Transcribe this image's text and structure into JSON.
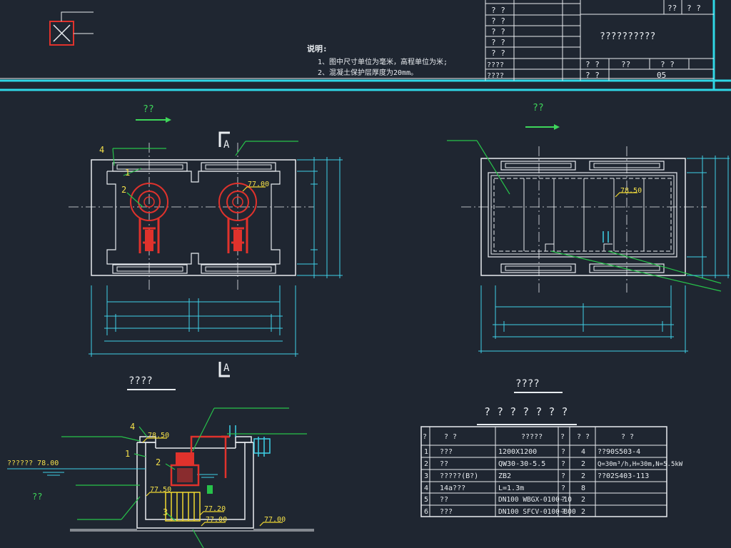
{
  "colors": {
    "background": "#1f2631",
    "line_white": "#e8ecf0",
    "line_cyan": "#3fd0e8",
    "line_green": "#27c24a",
    "line_red": "#e0322c",
    "line_yellow": "#f0d830",
    "label_yellow": "#f4e04a",
    "label_green": "#3ed65a",
    "frame_cyan": "#2fd7e5"
  },
  "title_block": {
    "rows_left": [
      "? ?",
      "? ?",
      "? ?",
      "? ?",
      "? ?",
      "????",
      "????"
    ],
    "drawing_title": "??????????",
    "header_right": [
      "??",
      "? ?"
    ],
    "bottom_cells": [
      "? ?",
      "??",
      "? ?",
      "? ?",
      "05"
    ]
  },
  "notes": {
    "heading": "说明:",
    "line1": "1、图中尺寸单位为毫米，高程单位为米;",
    "line2": "2、混凝土保护层厚度为20mm。"
  },
  "plan_left": {
    "direction_label": "??",
    "elevation": "77.00",
    "callouts": [
      "4",
      "1",
      "2"
    ],
    "section_mark": "A"
  },
  "plan_right": {
    "direction_label": "??",
    "elevation": "78.50"
  },
  "section": {
    "title": "????",
    "callouts": [
      "4",
      "1",
      "2",
      "3"
    ],
    "elev_top": "78.50",
    "elev_mid": "77.50",
    "elev_pump_a": "77.20",
    "elev_pump_b": "77.00",
    "elev_right": "77.00",
    "water_label": "?????? 78.00",
    "soil_label": "??"
  },
  "right_plan_title": "????",
  "table": {
    "title": "? ? ? ? ? ? ?",
    "headers": [
      "?",
      "? ?",
      "?????",
      "?",
      "? ?",
      "? ?"
    ],
    "rows": [
      [
        "1",
        "???",
        "1200X1200",
        "?",
        "4",
        "??90S503-4"
      ],
      [
        "2",
        "??",
        "QW30-30-5.5",
        "?",
        "2",
        "Q=30m³/h,H=30m,N=5.5kW"
      ],
      [
        "3",
        "?????(B?)",
        "ZB2",
        "?",
        "2",
        "??02S403-113"
      ],
      [
        "4",
        "14a???",
        "L=1.3m",
        "?",
        "8",
        ""
      ],
      [
        "5",
        "??",
        "DN100 WBGX-0100-10",
        "?",
        "2",
        ""
      ],
      [
        "6",
        "???",
        "DN100 SFCV-0100-B00",
        "?",
        "2",
        ""
      ]
    ]
  }
}
